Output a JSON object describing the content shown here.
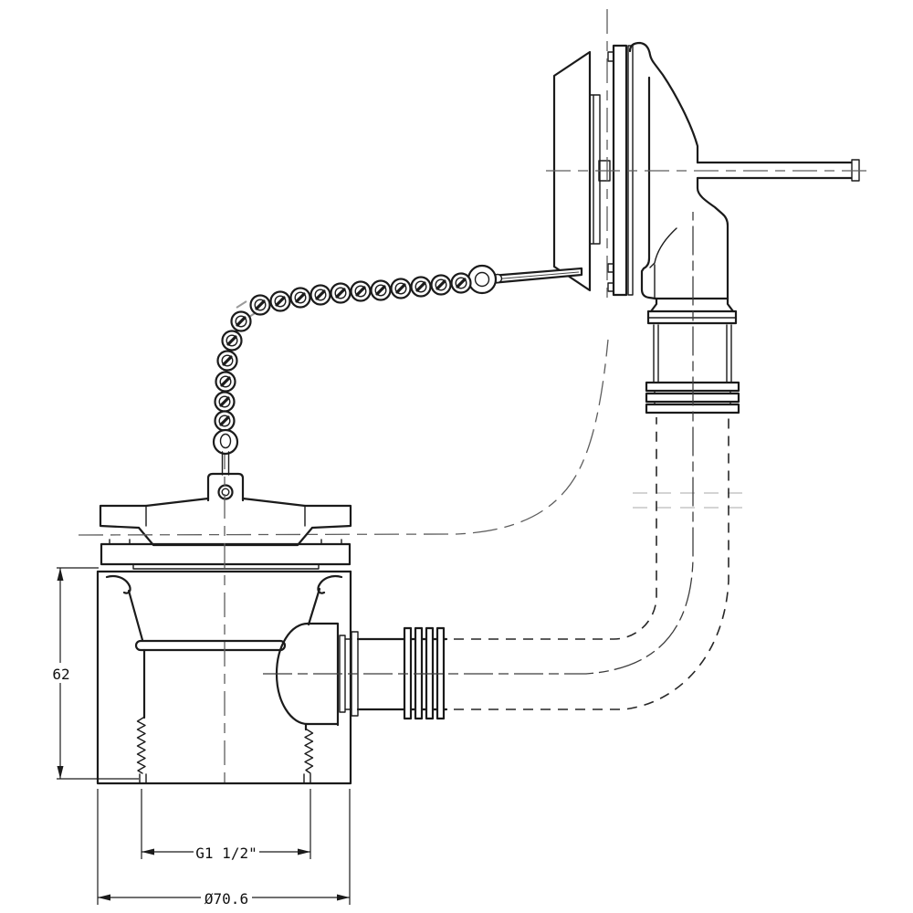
{
  "drawing": {
    "type": "technical-line-drawing",
    "subject": "Bath waste and overflow assembly with plug and ball chain",
    "background_color": "#ffffff",
    "line_color": "#1b1b1b",
    "centerline_color": "#5d5d5d",
    "phantom_line_color": "#272727",
    "faint_line_color": "#c5c5c5",
    "dimensions": {
      "body_height": "62",
      "thread_size": "G1 1/2\"",
      "outer_diameter": "Ø70.6"
    }
  }
}
